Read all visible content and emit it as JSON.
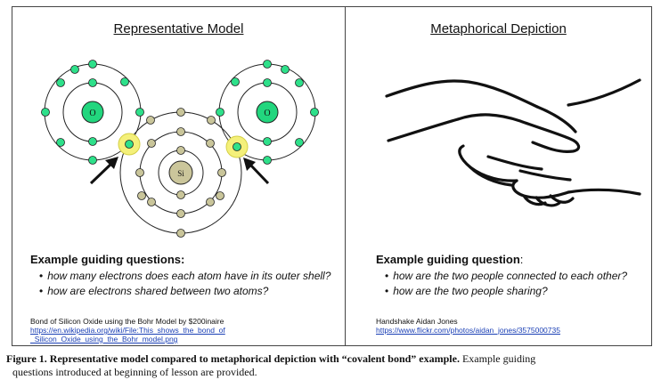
{
  "left_panel": {
    "title": "Representative Model",
    "atoms": {
      "oxygen": "O",
      "silicon": "Si"
    },
    "questions_heading": "Example guiding questions:",
    "questions": [
      "how many electrons does each atom have in its outer shell?",
      "how are electrons shared between two atoms?"
    ],
    "credit_text": "Bond of Silicon Oxide using the Bohr Model by $200inaire",
    "credit_link_line1": "https://en.wikipedia.org/wiki/File:This_shows_the_bond_of",
    "credit_link_line2": "_Silicon_Oxide_using_the_Bohr_model.png"
  },
  "right_panel": {
    "title": "Metaphorical Depiction",
    "questions_heading_bold": "Example guiding question",
    "questions_heading_tail": ":",
    "questions": [
      "how are the two people connected to each other?",
      "how are the two people sharing?"
    ],
    "credit_text": "Handshake Aidan Jones",
    "credit_link": "https://www.flickr.com/photos/aidan_jones/3575000735"
  },
  "caption": {
    "label": "Figure 1.  Representative model compared to metaphorical depiction with “covalent bond” example.",
    "text_line1": "  Example guiding",
    "text_line2": "questions introduced at beginning of lesson are provided."
  },
  "colors": {
    "electron_green": "#2ee08a",
    "oxygen_nucleus": "#22d67e",
    "silicon_electron": "#c9c59a",
    "silicon_nucleus": "#cbc69b",
    "highlight": "#f4f07a",
    "link": "#1a3fb5"
  },
  "icons": [
    "arrow-icon",
    "handshake-icon"
  ]
}
